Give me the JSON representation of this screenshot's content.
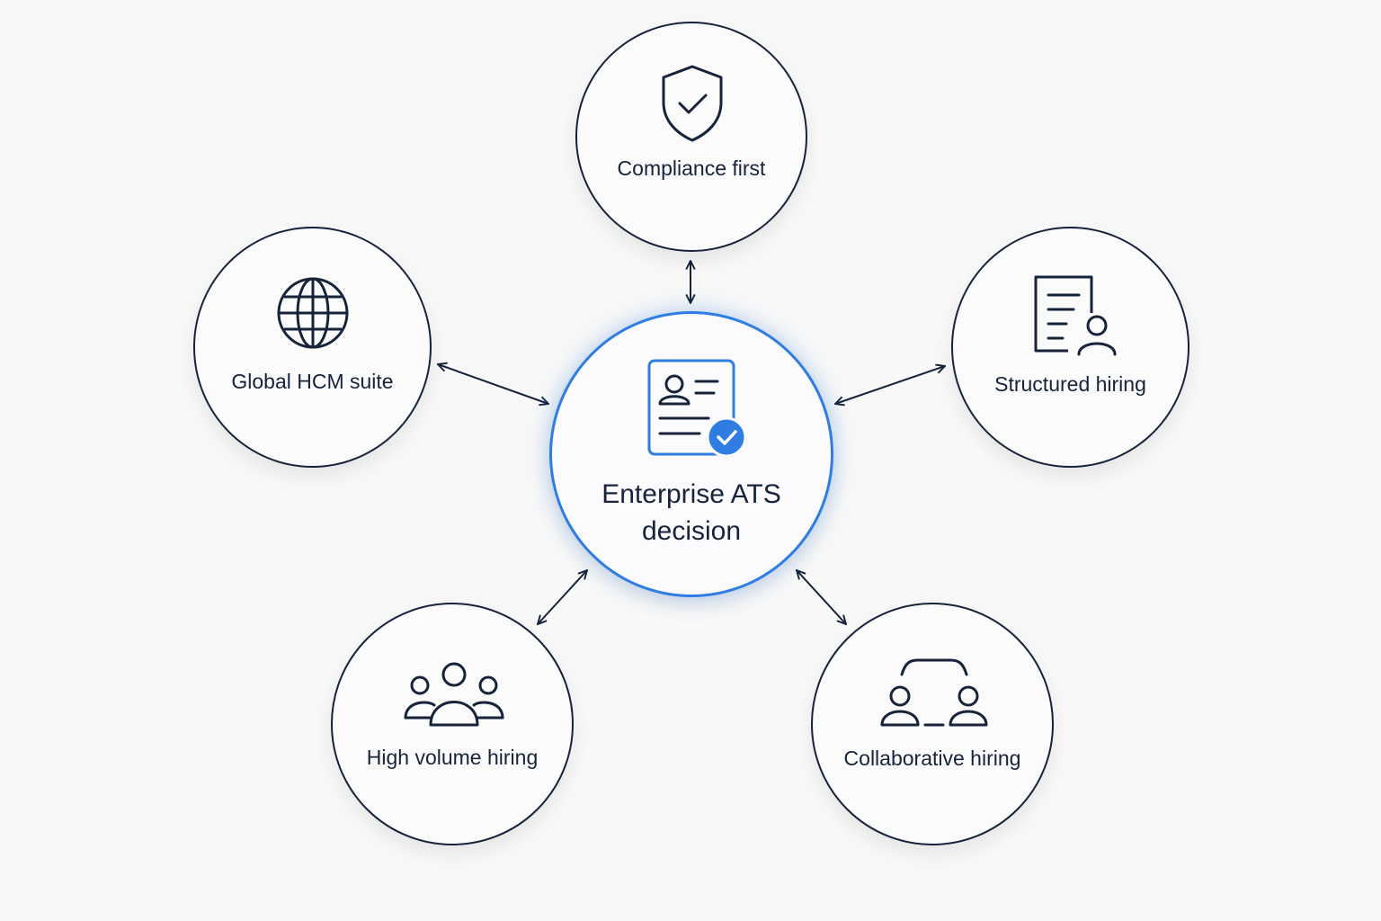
{
  "diagram": {
    "center": {
      "label": "Enterprise ATS decision",
      "icon": "candidate-profile-check-icon"
    },
    "nodes": [
      {
        "id": "compliance",
        "label": "Compliance first",
        "icon": "shield-check-icon"
      },
      {
        "id": "global",
        "label": "Global HCM suite",
        "icon": "globe-icon"
      },
      {
        "id": "structured",
        "label": "Structured hiring",
        "icon": "document-person-icon"
      },
      {
        "id": "volume",
        "label": "High volume hiring",
        "icon": "group-people-icon"
      },
      {
        "id": "collab",
        "label": "Collaborative hiring",
        "icon": "collaborating-people-icon"
      }
    ],
    "connectors": [
      {
        "from": "center",
        "to": "compliance",
        "style": "bidirectional-arrow"
      },
      {
        "from": "center",
        "to": "global",
        "style": "bidirectional-arrow"
      },
      {
        "from": "center",
        "to": "structured",
        "style": "bidirectional-arrow"
      },
      {
        "from": "center",
        "to": "volume",
        "style": "bidirectional-arrow"
      },
      {
        "from": "center",
        "to": "collab",
        "style": "bidirectional-arrow"
      }
    ]
  },
  "colors": {
    "background": "#f8f8f8",
    "stroke": "#17233a",
    "accent": "#2f7de1"
  }
}
